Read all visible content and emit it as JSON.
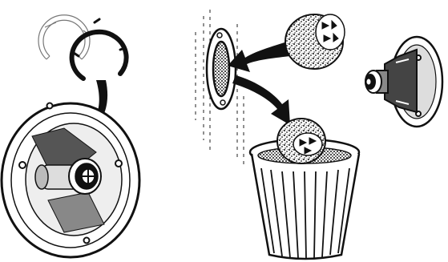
{
  "illustration": {
    "panels": [
      {
        "name": "retaining-ring-removal",
        "parts": [
          "ring-outline",
          "ring-black",
          "arrow",
          "housing",
          "valve"
        ]
      },
      {
        "name": "filter-to-trash",
        "parts": [
          "wall-port",
          "filter-cartridge",
          "arrow",
          "trash-can"
        ]
      },
      {
        "name": "replacement-valve",
        "parts": [
          "valve-unit"
        ]
      }
    ],
    "colors": {
      "ink": "#111111",
      "paper": "#ffffff",
      "grey": "#777777"
    }
  }
}
